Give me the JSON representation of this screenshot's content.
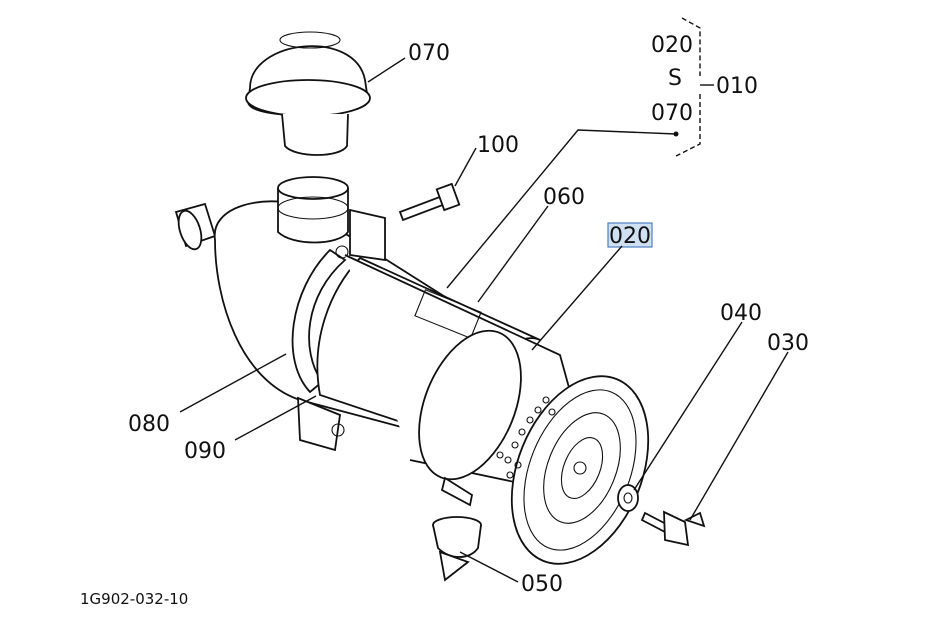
{
  "diagram": {
    "figure_code": "1G902-032-10",
    "callouts": {
      "p010": "010",
      "p020_top": "020",
      "range_mark": "S",
      "p070_bottom": "070",
      "p070": "070",
      "p100": "100",
      "p060": "060",
      "p020": "020",
      "p040": "040",
      "p030": "030",
      "p080": "080",
      "p090": "090",
      "p050": "050"
    },
    "highlighted_callout": "020",
    "highlight_color": "#cfe0f3"
  }
}
